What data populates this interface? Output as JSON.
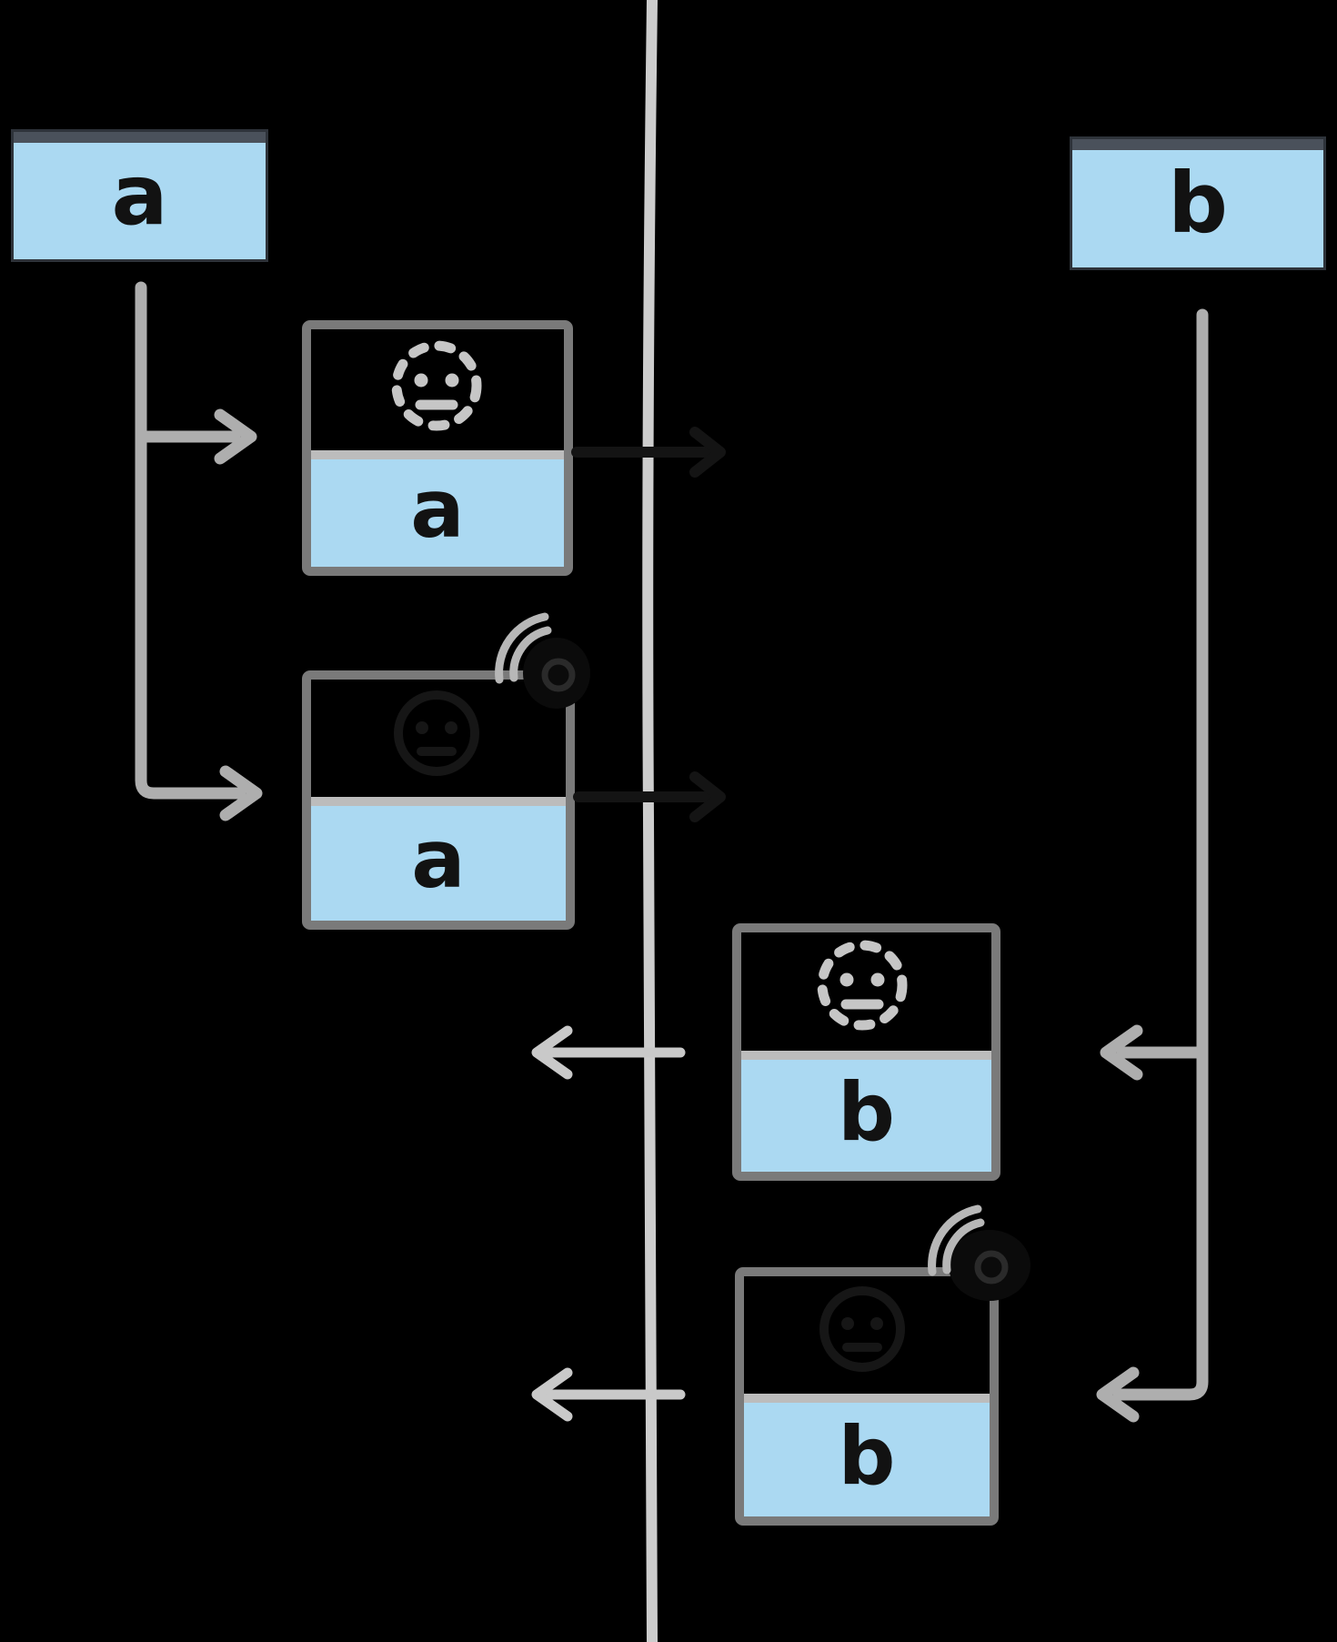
{
  "diagram": {
    "title_hint": "event dispatch diagram",
    "left_process": {
      "label": "a"
    },
    "right_process": {
      "label": "b"
    },
    "left_events": [
      {
        "icon": "pending-dashed-face-icon",
        "label": "a"
      },
      {
        "icon": "hidden-face-icon",
        "badge": "broadcast-icon",
        "label": "a"
      }
    ],
    "right_events": [
      {
        "icon": "pending-dashed-face-icon",
        "label": "b"
      },
      {
        "icon": "hidden-face-icon",
        "badge": "broadcast-icon",
        "label": "b"
      }
    ],
    "colors": {
      "background": "#000000",
      "event_fill": "#abd9f2",
      "event_border": "#7a7a7a",
      "event_divider": "#bcbcbc",
      "process_header_bar": "#4a515b",
      "timeline_line": "#cdcdcd",
      "dispatch_arrow": "#aeaeae",
      "cross_arrow_light": "#c9c9c9",
      "pending_icon": "#c6c6c6",
      "letter_ink": "#121212"
    }
  }
}
